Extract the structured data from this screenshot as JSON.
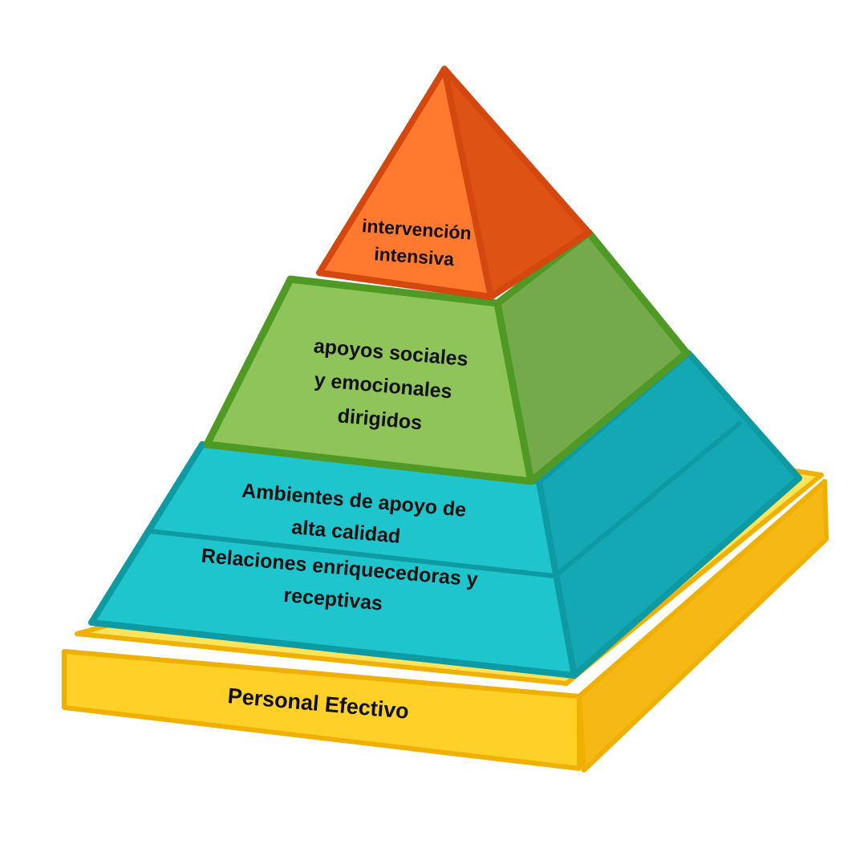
{
  "pyramid": {
    "tiers": [
      {
        "id": "intensive",
        "lines": [
          "intervención",
          "intensiva"
        ],
        "colors": {
          "front": "#FF7A2F",
          "side": "#DE5214",
          "edge": "#D4470E"
        }
      },
      {
        "id": "targeted",
        "lines": [
          "apoyos sociales",
          "y emocionales",
          "dirigidos"
        ],
        "colors": {
          "front": "#8FC45A",
          "side": "#74A94C",
          "edge": "#4E9A25"
        }
      },
      {
        "id": "environments",
        "lines": [
          "Ambientes de apoyo de",
          "alta calidad"
        ],
        "colors": {
          "front": "#1FC5CC",
          "side": "#14A8B5",
          "edge": "#0E9AA2"
        }
      },
      {
        "id": "relationships",
        "lines": [
          "Relaciones enriquecedoras y",
          "receptivas"
        ],
        "colors": {
          "front": "#1FC5CC",
          "side": "#14A8B5",
          "edge": "#0E9AA2"
        }
      }
    ],
    "base": {
      "id": "workforce",
      "label": "Personal Efectivo",
      "colors": {
        "top": "#FFE45A",
        "front": "#FFD027",
        "side": "#F6B814",
        "edge": "#F0B000"
      }
    }
  }
}
